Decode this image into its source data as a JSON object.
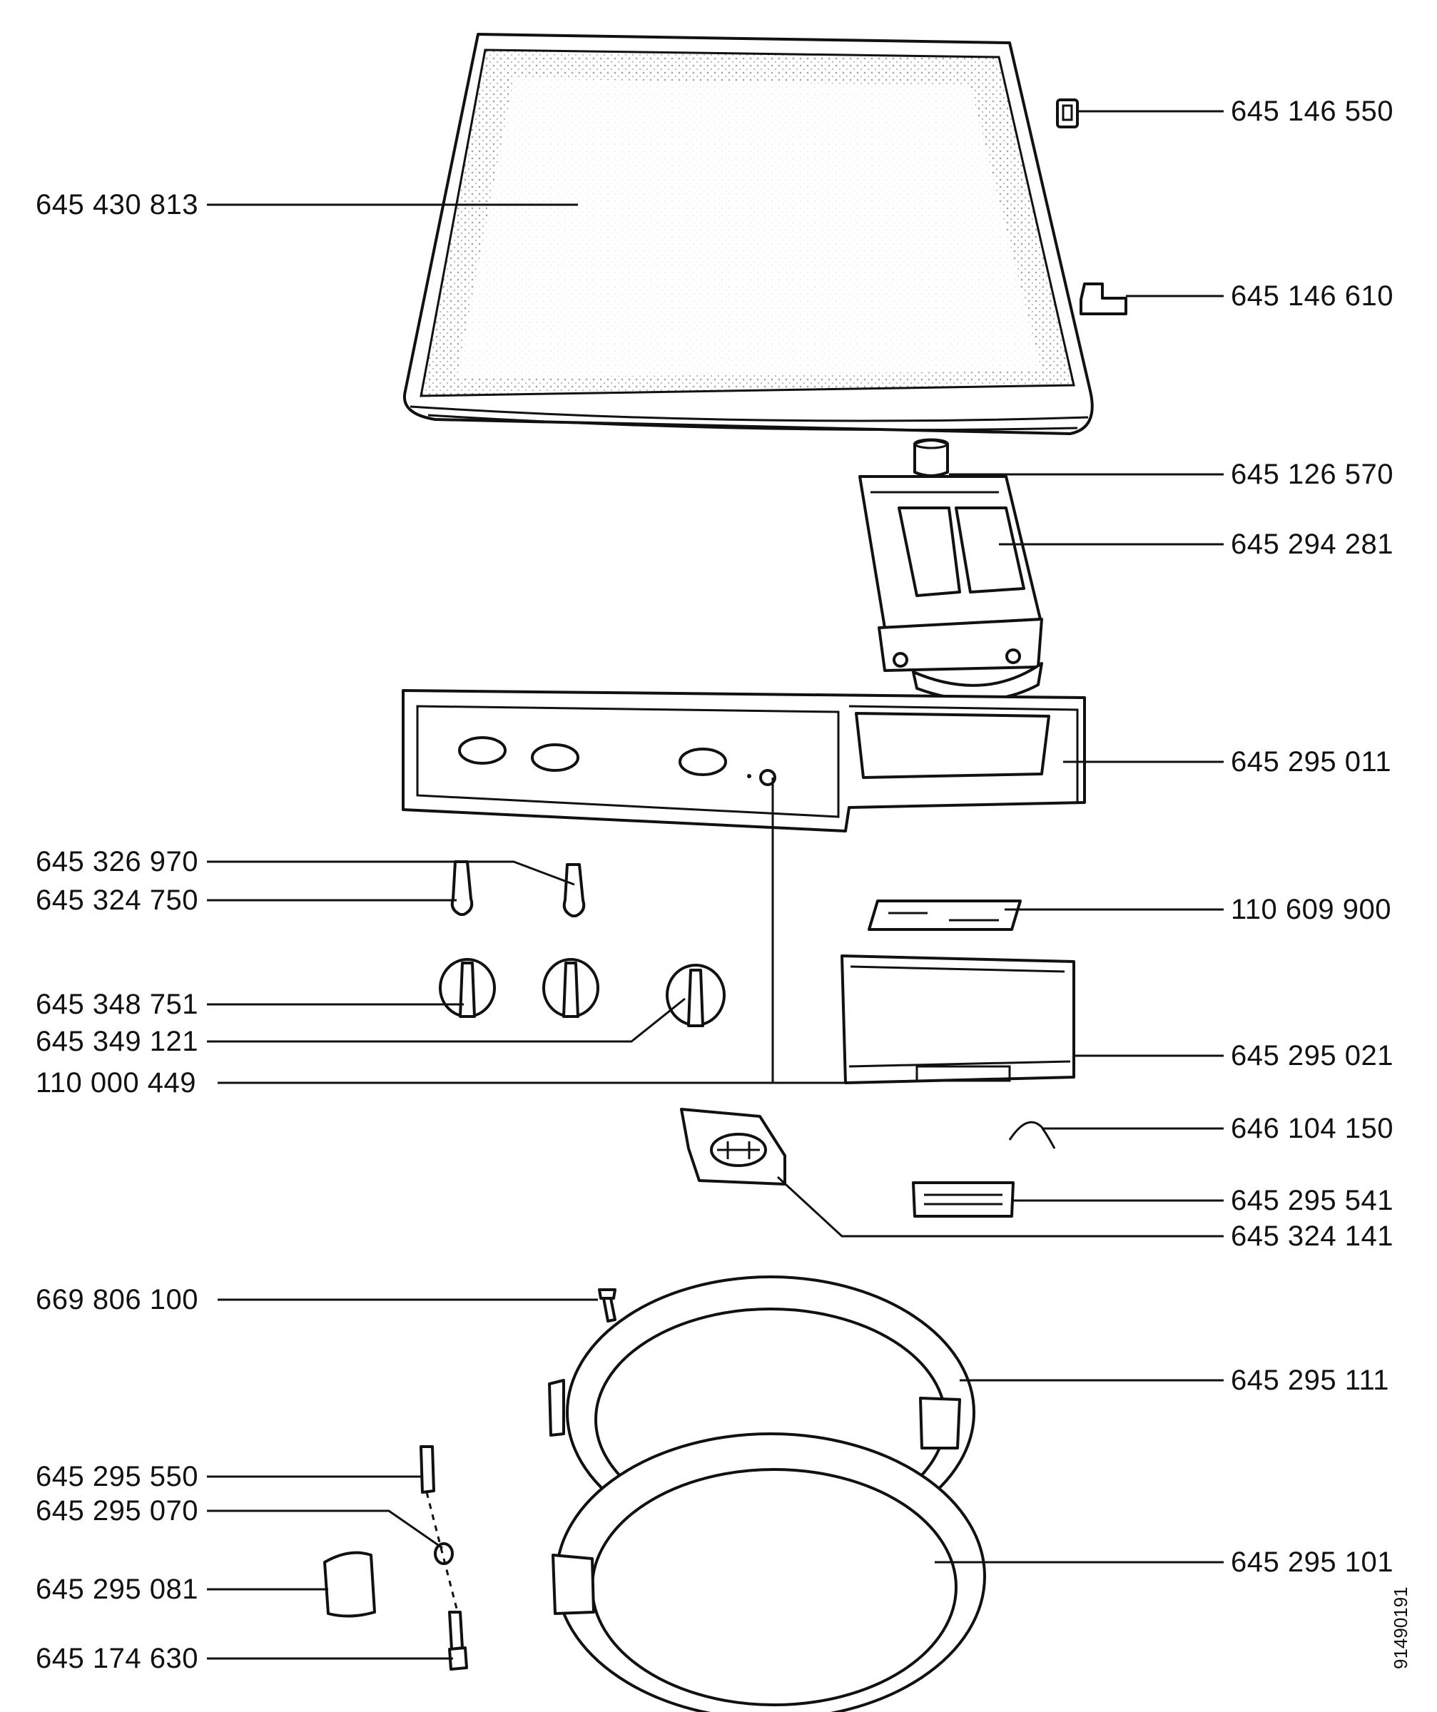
{
  "labels": {
    "top_cover": "645 430 813",
    "hinge_clip_upper": "645 146 550",
    "hinge_clip_lower": "645 146 610",
    "dispenser_cap": "645 126 570",
    "detergent_drawer": "645 294 281",
    "control_panel": "645 295 011",
    "indicator_lens": "645 326 970",
    "push_button": "645 324 750",
    "knob_large": "645 348 751",
    "knob_small": "645 349 121",
    "panel_screw": "110 000 449",
    "program_label": "110 609 900",
    "drawer_front": "645 295 021",
    "spring_clip": "646 104 150",
    "drawer_handle": "645 295 541",
    "door_lock": "645 324 141",
    "door_screw": "669 806 100",
    "door_frame_outer": "645 295 111",
    "door_frame_inner": "645 295 101",
    "hinge_pin": "645 295 550",
    "hinge_bushing": "645 295 070",
    "hinge_cover": "645 295 081",
    "hinge_bolt": "645 174 630"
  },
  "document_number": "91490191"
}
